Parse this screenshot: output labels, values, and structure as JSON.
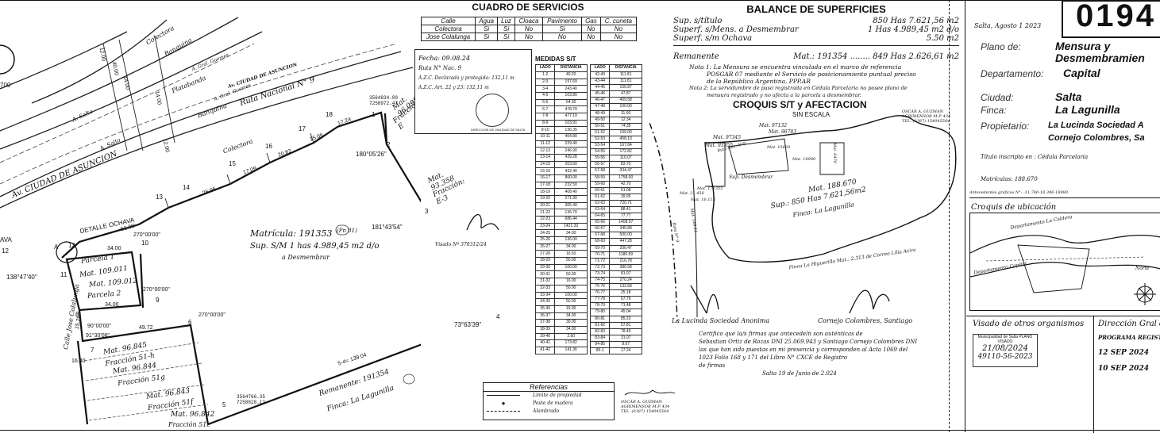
{
  "servicios": {
    "title": "CUADRO DE SERVICIOS",
    "headers": [
      "Calle",
      "Agua",
      "Luz",
      "Cloaca",
      "Pavimento",
      "Gas",
      "C. cuneta"
    ],
    "rows": [
      [
        "Colectora",
        "Si",
        "Si",
        "No",
        "Si",
        "No",
        "No"
      ],
      [
        "Jose Colalunga",
        "Si",
        "Si",
        "No",
        "No",
        "No",
        "No"
      ]
    ]
  },
  "balance": {
    "title": "BALANCE DE SUPERFICIES",
    "rows": [
      {
        "label": "Sup. s/título",
        "value": "850 Has 7.621,56 m2"
      },
      {
        "label": "Superf. s/Mens. a Desmembrar",
        "value": "1 Has 4.989,45 m2 d/o"
      },
      {
        "label": "Superf. s/m Ochava",
        "value": "5.50 m2"
      },
      {
        "label": "Remanente",
        "value": "Mat.: 191354 ........ 849 Has 2.626,61 m2"
      }
    ],
    "notes": [
      "Nota 1: La Mensura se encuentra vinculada en el marco de referencia",
      "POSGAR 07 mediante el Servicio de posicionamiento puntual preciso",
      "de la República Argentina, PPP.AR",
      "Nota 2: La servidumbre de paso registrada en Cédula Parcelaria no posee plano de",
      "mensura registrado y no afecta a la parcela a desmembrar."
    ]
  },
  "croquis": {
    "title": "CROQUIS S/T y AFECTACION",
    "subtitle": "SIN ESCALA",
    "labels": [
      "Mat. 97345",
      "Mat. 93355",
      "Mat. 97132",
      "Mat. 96783",
      "Mat. 188.670",
      "Sup.: 850 Has 7.621,56m2",
      "Finca: La Lagunilla",
      "Finca La Higuerilla Mat.: 2.313 de Correo Lilia Acira",
      "Ruta Nac. N°9",
      "Ruta N° 9",
      "Mat. 171355",
      "Mat. 15620",
      "Mat. 18980",
      "Mat. 6470",
      "Sup. Desmembrar",
      "Mat. 148.11",
      "Mat. 21.456",
      "Mat. 16.115"
    ]
  },
  "medidas": {
    "title": "MEDIDAS S/T",
    "headers": [
      "LADO",
      "DISTANCIA"
    ],
    "left": [
      [
        "1-2",
        "40.20"
      ],
      [
        "2-3",
        "197.69"
      ],
      [
        "3-4",
        "243.40"
      ],
      [
        "4-5",
        "103.80"
      ],
      [
        "5-6",
        "64.30"
      ],
      [
        "6-7",
        "478.70"
      ],
      [
        "7-8",
        "477.19"
      ],
      [
        "8-9",
        "103.91"
      ],
      [
        "9-10",
        "136.35"
      ],
      [
        "10-11",
        "464.80"
      ],
      [
        "11-12",
        "229.40"
      ],
      [
        "12-13",
        "246.90"
      ],
      [
        "13-14",
        "439.28"
      ],
      [
        "14-15",
        "203.60"
      ],
      [
        "15-16",
        "432.40"
      ],
      [
        "16-17",
        "860.00"
      ],
      [
        "17-18",
        "232.50"
      ],
      [
        "18-19",
        "408.40"
      ],
      [
        "19-20",
        "271.90"
      ],
      [
        "20-21",
        "305.40"
      ],
      [
        "21-22",
        "136.70"
      ],
      [
        "22-23",
        "686.44"
      ],
      [
        "23-24",
        "1421.32"
      ],
      [
        "24-25",
        "34.00"
      ],
      [
        "25-26",
        "136.00"
      ],
      [
        "26-27",
        "34.00"
      ],
      [
        "27-28",
        "16.50"
      ],
      [
        "28-29",
        "50.00"
      ],
      [
        "29-30",
        "100.00"
      ],
      [
        "30-31",
        "50.00"
      ],
      [
        "31-32",
        "16.00"
      ],
      [
        "32-33",
        "50.00"
      ],
      [
        "33-34",
        "100.00"
      ],
      [
        "34-35",
        "50.00"
      ],
      [
        "35-36",
        "16.00"
      ],
      [
        "36-37",
        "34.00"
      ],
      [
        "37-38",
        "30.00"
      ],
      [
        "38-39",
        "34.00"
      ],
      [
        "39-40",
        "2.60"
      ],
      [
        "40-41",
        "173.82"
      ],
      [
        "41-42",
        "141.36"
      ]
    ],
    "right": [
      [
        "42-43",
        "111.81"
      ],
      [
        "43-44",
        "111.81"
      ],
      [
        "44-45",
        "156.87"
      ],
      [
        "45-46",
        "47.87"
      ],
      [
        "46-47",
        "409.58"
      ],
      [
        "47-48",
        "100.00"
      ],
      [
        "48-49",
        "11.60"
      ],
      [
        "49-50",
        "12.34"
      ],
      [
        "50-51",
        "74.35"
      ],
      [
        "51-52",
        "100.00"
      ],
      [
        "52-53",
        "458.13"
      ],
      [
        "53-54",
        "167.84"
      ],
      [
        "54-55",
        "172.82"
      ],
      [
        "55-56",
        "110.07"
      ],
      [
        "56-57",
        "83.70"
      ],
      [
        "57-58",
        "334.47"
      ],
      [
        "58-59",
        "1758.00"
      ],
      [
        "59-60",
        "42.70"
      ],
      [
        "60-61",
        "51.08"
      ],
      [
        "61-62",
        "39.95"
      ],
      [
        "62-63",
        "720.71"
      ],
      [
        "63-64",
        "88.41"
      ],
      [
        "64-65",
        "77.77"
      ],
      [
        "65-66",
        "1408.97"
      ],
      [
        "66-67",
        "345.89"
      ],
      [
        "67-68",
        "500.00"
      ],
      [
        "68-69",
        "447.28"
      ],
      [
        "69-70",
        "206.47"
      ],
      [
        "70-71",
        "1180.59"
      ],
      [
        "71-72",
        "216.78"
      ],
      [
        "72-73",
        "386.58"
      ],
      [
        "73-74",
        "81.07"
      ],
      [
        "74-75",
        "270.24"
      ],
      [
        "75-76",
        "132.68"
      ],
      [
        "76-77",
        "25.18"
      ],
      [
        "77-78",
        "67.79"
      ],
      [
        "78-79",
        "71.48"
      ],
      [
        "79-80",
        "45.04"
      ],
      [
        "80-81",
        "85.23"
      ],
      [
        "81-82",
        "57.81"
      ],
      [
        "82-83",
        "78.49"
      ],
      [
        "83-84",
        "31.07"
      ],
      [
        "84-85",
        "8.67"
      ],
      [
        "85-1",
        "17.24"
      ]
    ]
  },
  "stamp": {
    "fecha": "Fecha: 09.08.24",
    "ruta": "Ruta N° Nac. 9",
    "azc1": "A.Z.C. Declarada y protegida: 132,11 m",
    "azc2": "A.Z.C. Art. 22 y 23: 132,11 m",
    "sello": "DIRECCION DE VIALIDAD DE SALTA"
  },
  "plan": {
    "streets": [
      "Av. CIUDAD DE ASUNCION",
      "Ruta Nacional N° 9",
      "Av. CIUDAD DE ASUNCION",
      "Calle Jose Colalunga",
      "Colectora",
      "Colectora",
      "Banquina",
      "Banquina",
      "Platabanda",
      "A. Salta",
      "A. Salta",
      "A. Gral. Guemes",
      "A. Gral. Guemes"
    ],
    "detalle": "DETALLE OCHAVA",
    "matricula": "Matrícula: 191353",
    "mat_pn": "(Pn 81)",
    "sup": "Sup. S/M 1 has 4.989,45 m2 d/o",
    "desmembrar": "a Desmembrar",
    "remanente": "Remanente: 191354",
    "finca": "Finca: La Lagunilla",
    "mat93358": "Mat. 93.358",
    "fraccionE3": "Fracción: E-3",
    "mat96098": "Mat. 96.098",
    "fraccionE": "Fracción E",
    "parcela1": "Parcela 1",
    "mat109011": "Mat. 109.011",
    "mat109012": "Mat. 109.012",
    "parcela2": "Parcela 2",
    "mat96845": "Mat. 96.845",
    "fr51h": "Fracción 51-h",
    "mat96844": "Mat. 96.844",
    "fr51g": "Fracción 51g",
    "mat96843": "Mat. 96.843",
    "fr51f": "Fracción 51f",
    "mat96842": "Mat. 96.842",
    "fr51e": "Fracción 51e",
    "coord1": "3564834.89 7258972.47",
    "coord2": "3564766.35 7258828.12",
    "ochava_edge": "AVA",
    "ochava_x": "12",
    "partial_num": "700",
    "angles": [
      "180°05'26\"",
      "181°43'54\"",
      "73°63'39\"",
      "270°00'00\"",
      "270°00'00\"",
      "270°00'00\"",
      "90°00'00\"",
      "91°30'08\"",
      "138°47'40\""
    ],
    "dims": [
      "51.30",
      "34.00",
      "34.00",
      "49.72",
      "25.95",
      "17.09",
      "20.82",
      "15.06",
      "17.24",
      "5-4= 139.04",
      "16.40",
      "15.28",
      "40.00",
      "14.00",
      "14.00",
      "12.00",
      "12.00"
    ],
    "vertices": [
      "A",
      "1",
      "2",
      "3",
      "4",
      "5",
      "6",
      "7",
      "8",
      "9",
      "10",
      "11",
      "12",
      "13",
      "14",
      "15",
      "16",
      "17",
      "18"
    ]
  },
  "references": {
    "title": "Referencias",
    "items": [
      "Límite de propiedad",
      "Poste de madera",
      "Alambrado"
    ]
  },
  "firmas": {
    "left": "La Lucinda Sociedad Anonima",
    "right": "Cornejo Colombres, Santiago",
    "cert1": "Certifico que la/s firmas que antecede/n son auténticas de",
    "cert2": "Sebastian Ortiz de Rozas DNI 25.069.943 y Santiago Cornejo Colombres DNI",
    "cert3": "las que han sido puestas en mi presencia y corresponden al Acta 1069 del",
    "cert4": "1023 Folio 168 y 171 del Libro N° CXCE de Registro",
    "cert5": "de firmas",
    "cert6": "Salta 19 de Junio de 2.024",
    "profesional": "OSCAR A. GUZMAN AGRIMENSOR M.P. 434 TEL. (0387) 154045564",
    "vialidad": "Visado Nº 370312/24"
  },
  "rt": {
    "fecha": "Salta, Agosto 1 2023",
    "number": "0194",
    "plano_label": "Plano de:",
    "plano_val1": "Mensura y",
    "plano_val2": "Desmembramien",
    "depto_label": "Departamento:",
    "depto_val": "Capital",
    "ciudad_label": "Ciudad:",
    "ciudad_val": "Salta",
    "finca_label": "Finca:",
    "finca_val": "La Lagunilla",
    "prop_label": "Propietario:",
    "prop_val1": "La Lucinda Sociedad A",
    "prop_val2": "Cornejo Colombres, Sa",
    "titulo": "Título inscripto en : Cédula Parcelaria",
    "matriculas": "Matrículas: 188.670",
    "antecedentes": "Antecedentes gráficos N°: -11.780-18.396-18980",
    "croquis_ub": "Croquis de ubicación",
    "depto_caldera": "Departamento La Caldera",
    "depto_capital": "Departamento Capital",
    "norte": "Norte",
    "visado": "Visado de otros organismos",
    "direccion": "Dirección Gral de",
    "muni": "Municipalidad de Salta PLANO VISADO",
    "fecha_visado": "21/08/2024",
    "expte": "49110-56-2023",
    "programa": "PROGRAMA REGIST",
    "sep1": "12 SEP 2024",
    "sep2": "10 SEP 2024"
  }
}
